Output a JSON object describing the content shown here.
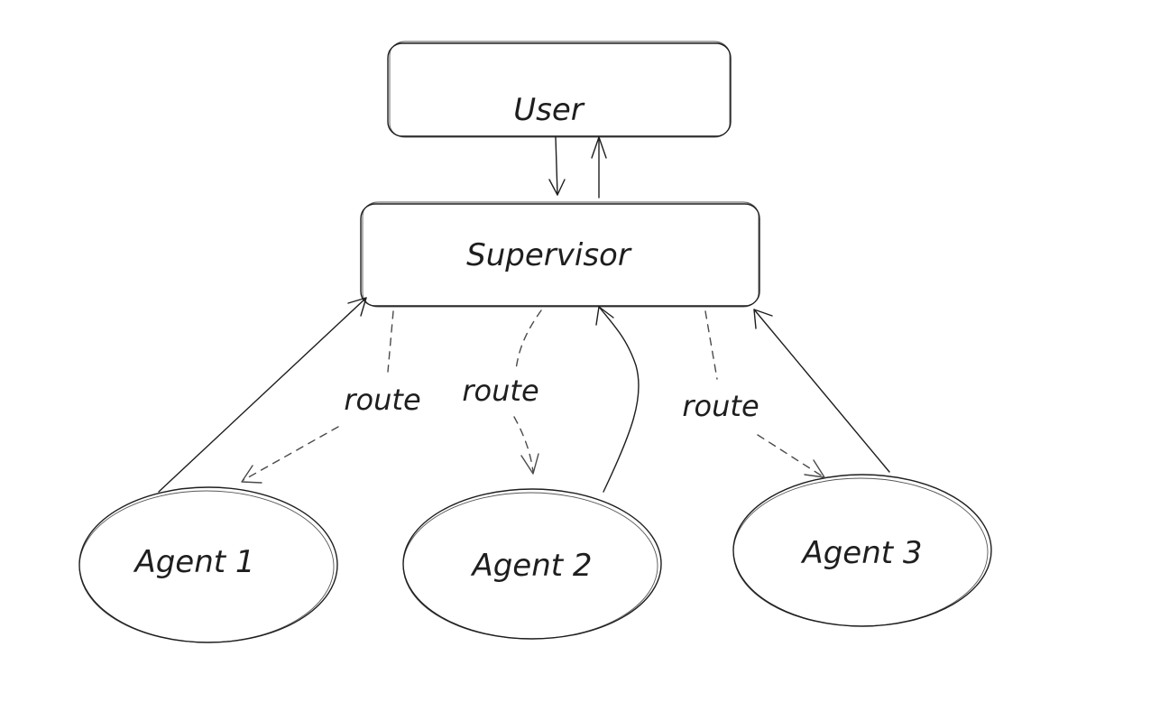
{
  "colors": {
    "stroke": "#1e1e1e",
    "dashed_stroke": "#4a4a4a",
    "background": "#ffffff"
  },
  "nodes": {
    "user": {
      "label": "User"
    },
    "supervisor": {
      "label": "Supervisor"
    },
    "agent1": {
      "label": "Agent 1"
    },
    "agent2": {
      "label": "Agent 2"
    },
    "agent3": {
      "label": "Agent 3"
    }
  },
  "edges": {
    "route1": {
      "label": "route"
    },
    "route2": {
      "label": "route"
    },
    "route3": {
      "label": "route"
    }
  }
}
